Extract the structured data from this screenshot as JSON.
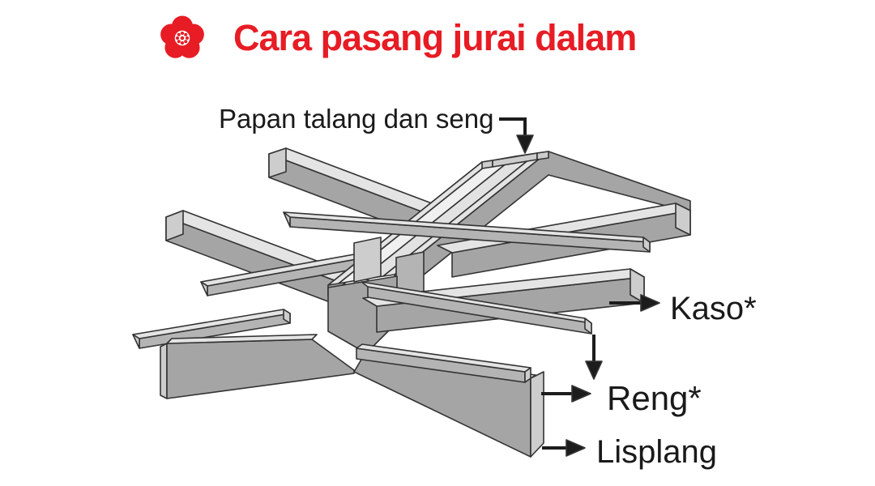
{
  "title": {
    "icon": "flower-icon",
    "text": "Cara pasang jurai dalam",
    "color": "#e71c24"
  },
  "diagram": {
    "type": "isometric-roof-valley-construction-illustration",
    "annotations": [
      {
        "id": "papan",
        "label": "Papan talang dan seng",
        "arrow": "down"
      },
      {
        "id": "kaso",
        "label": "Kaso*",
        "arrow": "right"
      },
      {
        "id": "reng",
        "label": "Reng*",
        "arrow": "right-and-down"
      },
      {
        "id": "lisplang",
        "label": "Lisplang",
        "arrow": "right"
      }
    ],
    "colors": {
      "beam_top": "#e4e4e4",
      "beam_side": "#a5a5a5",
      "beam_end": "#cdcdcd",
      "batten_side": "#b4b4b4",
      "sheet_light": "#f0f0f0",
      "sheet_shade": "#e2e2e2",
      "outline": "#333333",
      "arrow": "#1c1c1c",
      "label_text": "#1a1a1a",
      "background": "#ffffff"
    }
  }
}
